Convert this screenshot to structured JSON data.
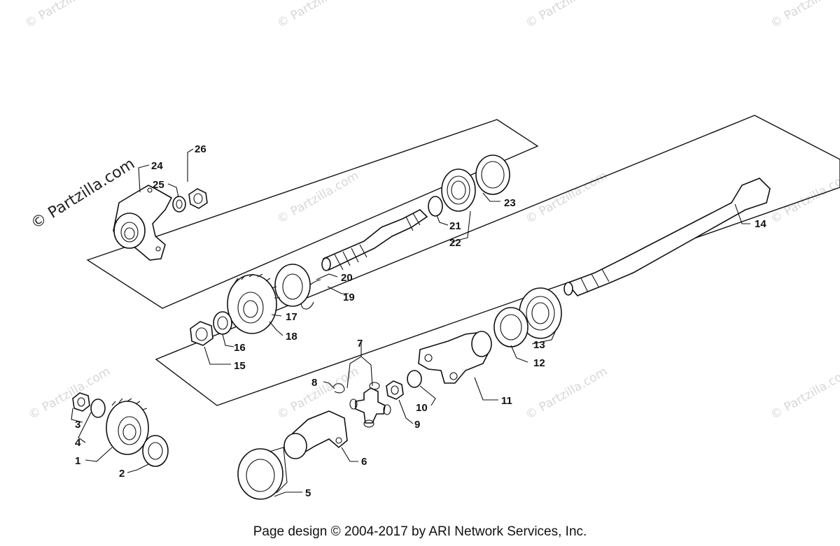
{
  "watermark": {
    "text": "© Partzilla.com",
    "prominent_text": "© Partzilla.com"
  },
  "footer": {
    "text": "Page design © 2004-2017 by ARI Network Services, Inc."
  },
  "labels": {
    "p1": "1",
    "p2": "2",
    "p3": "3",
    "p4": "4",
    "p5": "5",
    "p6": "6",
    "p7": "7",
    "p8": "8",
    "p9": "9",
    "p10": "10",
    "p11": "11",
    "p12": "12",
    "p13": "13",
    "p14": "14",
    "p15": "15",
    "p16": "16",
    "p17": "17",
    "p18": "18",
    "p19": "19",
    "p20": "20",
    "p21": "21",
    "p22": "22",
    "p23": "23",
    "p24": "24",
    "p25": "25",
    "p26": "26"
  }
}
